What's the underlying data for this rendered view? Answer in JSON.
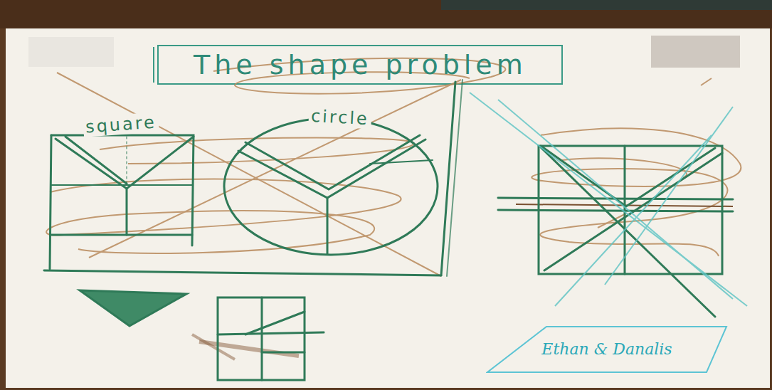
{
  "diagram": {
    "title": "The shape problem",
    "nodes": [
      {
        "text": [
          "Ethan & Danalis"
        ]
      }
    ],
    "labels": [
      "square",
      "circle"
    ]
  }
}
